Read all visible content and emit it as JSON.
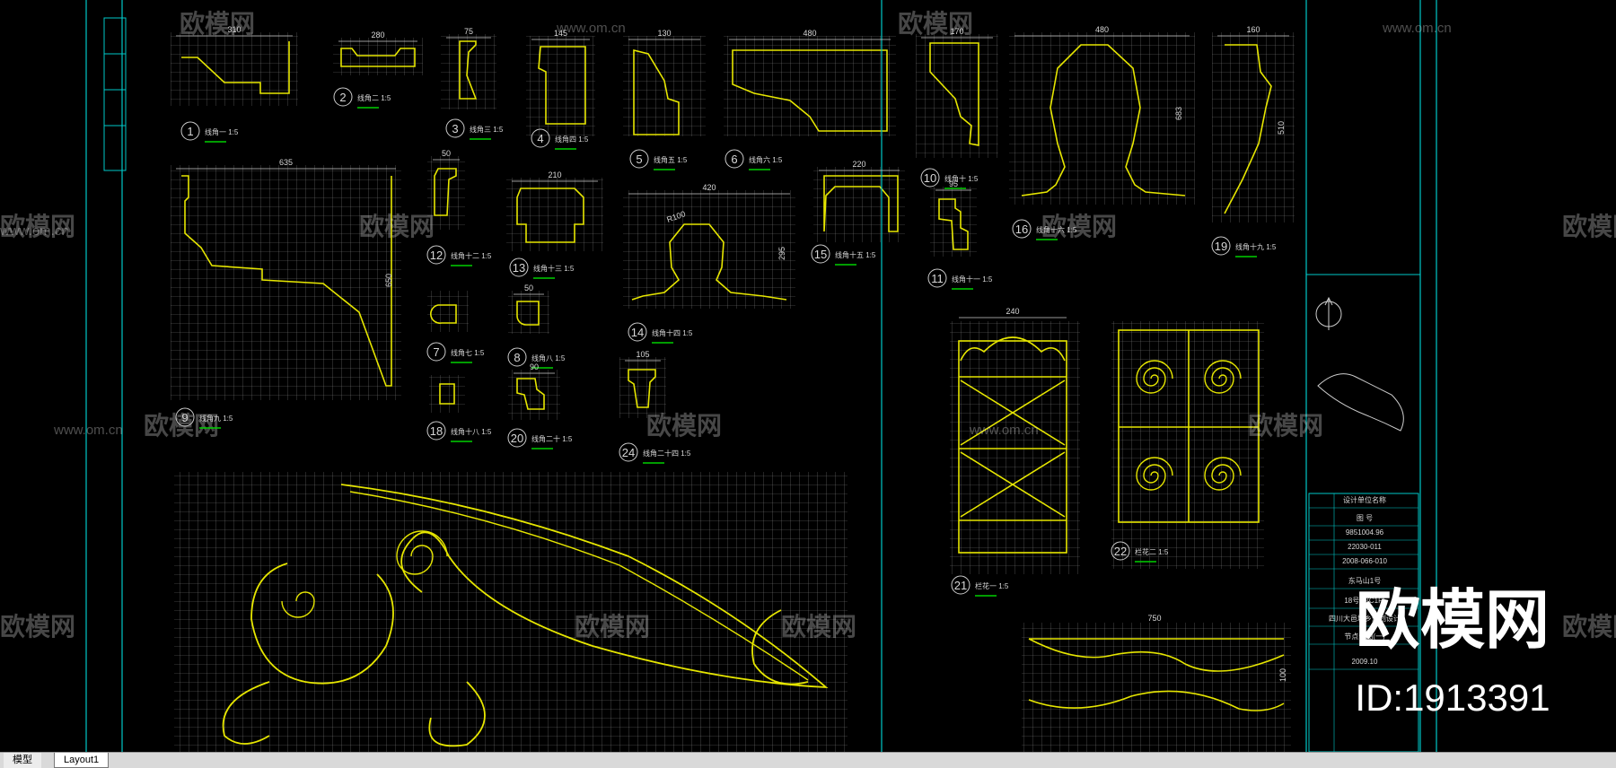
{
  "app": {
    "tabs": [
      {
        "label": "模型"
      },
      {
        "label": "Layout1"
      }
    ]
  },
  "watermark": {
    "text": "欧模网",
    "site": "www.om.cn",
    "id": "ID:1913391"
  },
  "details": [
    {
      "num": "1",
      "label": "线角一 1:5",
      "dim": "310"
    },
    {
      "num": "2",
      "label": "线角二 1:5",
      "dim": "280"
    },
    {
      "num": "3",
      "label": "线角三 1:5",
      "dim": "75"
    },
    {
      "num": "4",
      "label": "线角四 1:5",
      "dim": "145"
    },
    {
      "num": "5",
      "label": "线角五 1:5",
      "dim": "130"
    },
    {
      "num": "6",
      "label": "线角六 1:5",
      "dim": "480"
    },
    {
      "num": "7",
      "label": "线角七 1:5"
    },
    {
      "num": "8",
      "label": "线角八 1:5",
      "dim": "50"
    },
    {
      "num": "9",
      "label": "线角九 1:5",
      "dim": "635"
    },
    {
      "num": "10",
      "label": "线角十 1:5",
      "dim": "170"
    },
    {
      "num": "11",
      "label": "线角十一 1:5",
      "dim": "95"
    },
    {
      "num": "12",
      "label": "线角十二 1:5",
      "dim": "50"
    },
    {
      "num": "13",
      "label": "线角十三 1:5",
      "dim": "210"
    },
    {
      "num": "14",
      "label": "线角十四 1:5",
      "dim": "420"
    },
    {
      "num": "15",
      "label": "线角十五 1:5",
      "dim": "220"
    },
    {
      "num": "16",
      "label": "线角十六 1:5",
      "dim": "480"
    },
    {
      "num": "18",
      "label": "线角十八 1:5"
    },
    {
      "num": "19",
      "label": "线角十九 1:5",
      "dim": "160"
    },
    {
      "num": "20",
      "label": "线角二十 1:5",
      "dim": "90"
    },
    {
      "num": "21",
      "label": "栏花一 1:5",
      "dim": "240"
    },
    {
      "num": "22",
      "label": "栏花二 1:5"
    },
    {
      "num": "24",
      "label": "线角二十四 1:5",
      "dim": "105"
    }
  ],
  "dims_extra": {
    "d9_v": "650",
    "d16_v": "683",
    "d19_v": "510",
    "d14_r": "R100",
    "d14_v": "295",
    "bottom_w": "750",
    "bottom_v": "100"
  },
  "titleblock": {
    "rows": [
      "设计单位名称",
      "图 号",
      "9851004.96",
      "22030-011",
      "2008-066-010",
      "东马山1号",
      "18号楼(C1F)",
      "四川大邑城乡规划设计",
      "节点详图(一)",
      "2009.10"
    ]
  },
  "colors": {
    "bg": "#000000",
    "frame": "#00c8c8",
    "line": "#e6e600",
    "text": "#d8d8d8",
    "tabbar": "#d9d9d9"
  }
}
